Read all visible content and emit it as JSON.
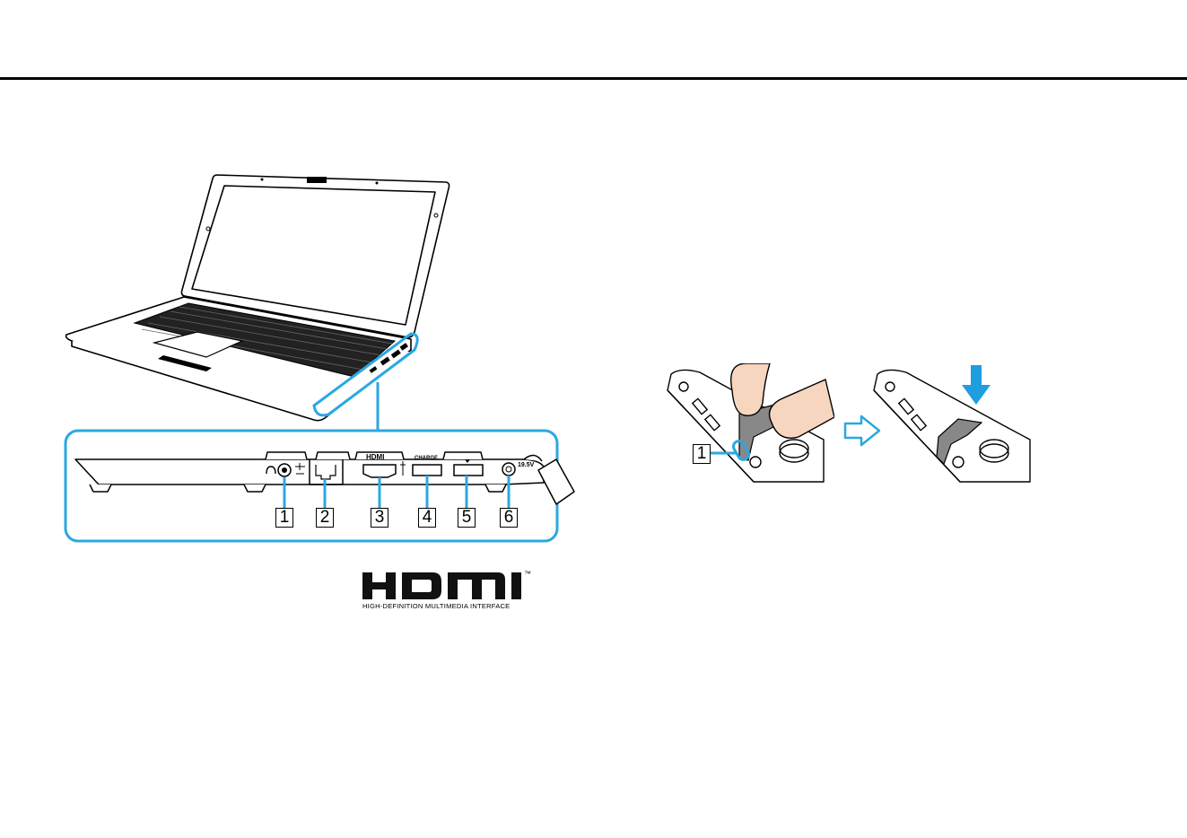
{
  "callouts": {
    "port_1": "1",
    "port_2": "2",
    "port_3": "3",
    "port_4": "4",
    "port_5": "5",
    "port_6": "6",
    "cover_1": "1"
  },
  "port_labels": {
    "hdmi": "HDMI",
    "charge": "CHARGE",
    "dc_in": "19.5V"
  },
  "hdmi_logo": {
    "wordmark": "HDMI",
    "trademark": "™",
    "tagline": "HIGH-DEFINITION MULTIMEDIA INTERFACE"
  },
  "colors": {
    "highlight": "#2aa8e0",
    "arrow": "#1e9ee0",
    "rule": "#000000",
    "skin": "#f6d6bf"
  }
}
